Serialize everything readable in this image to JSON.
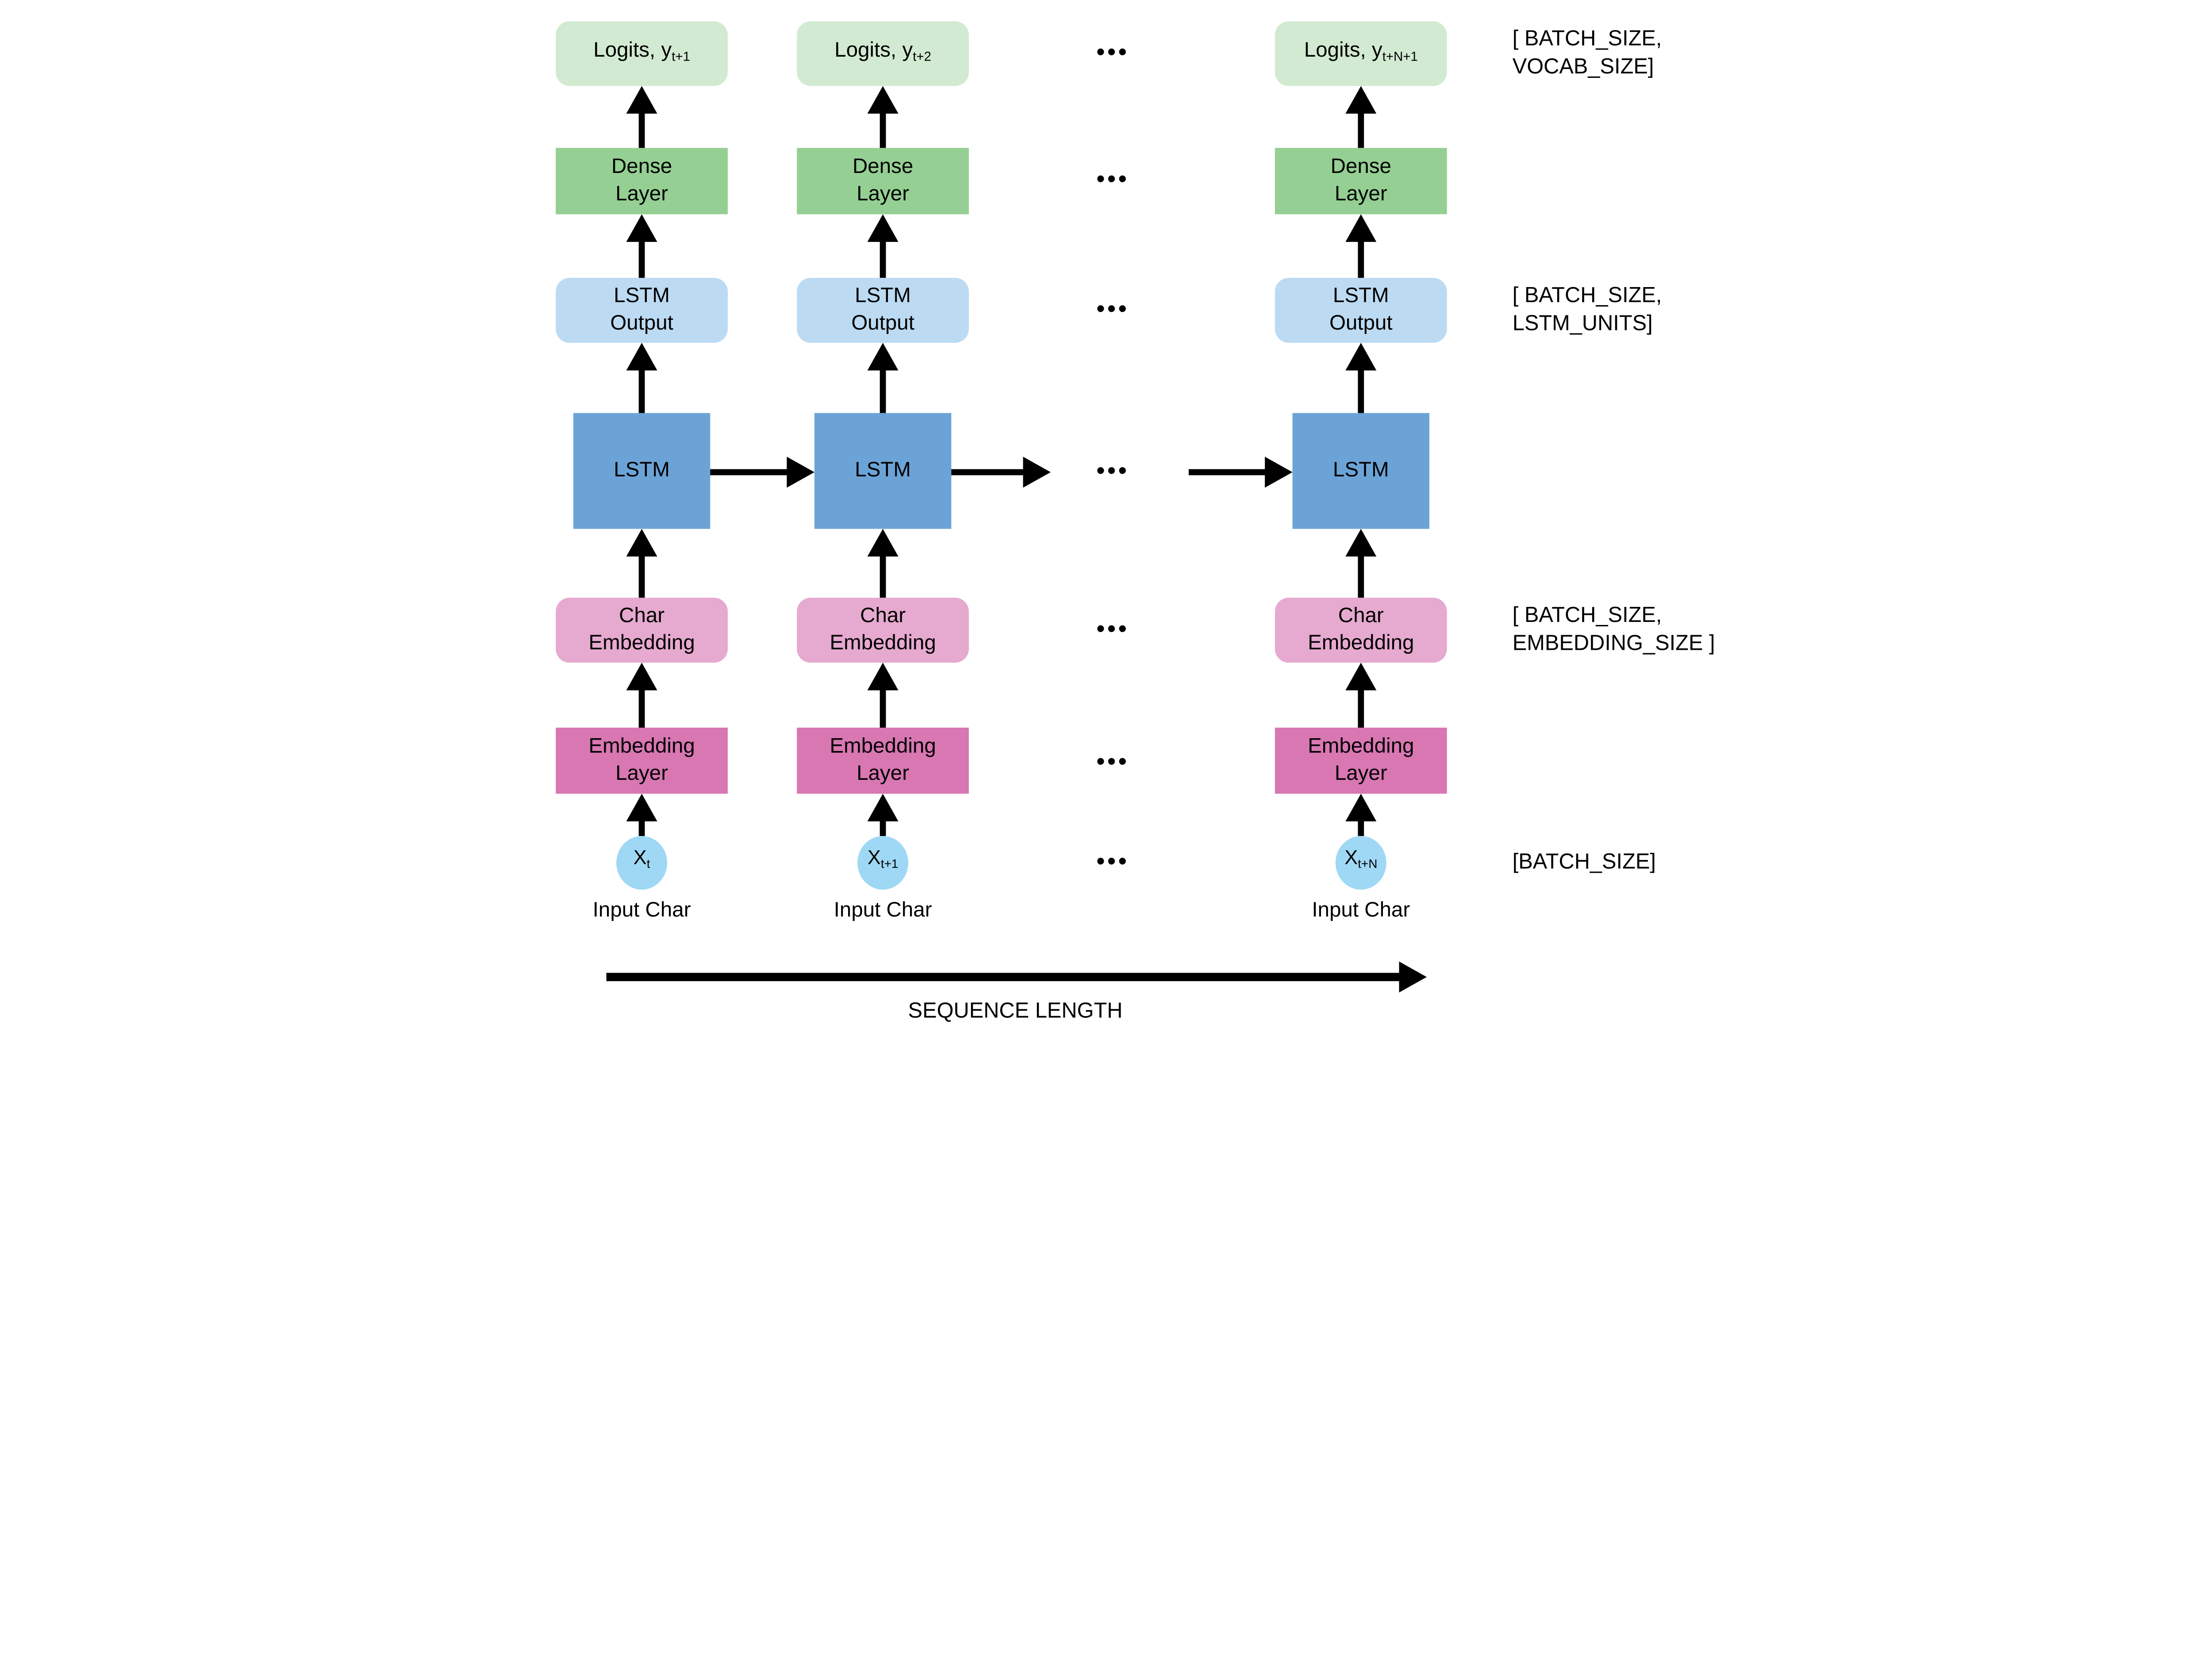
{
  "colors": {
    "logits": "#d2ead1",
    "dense": "#95cf93",
    "lstm_output": "#bcdaf2",
    "lstm": "#6ca3d7",
    "char_embedding": "#e6a9cf",
    "embedding_layer": "#d877b2",
    "input": "#9fd8f5",
    "arrow": "#000000"
  },
  "columns": [
    {
      "logits": {
        "base": "Logits, y",
        "sub": "t+1"
      },
      "input": {
        "base": "X",
        "sub": "t"
      }
    },
    {
      "logits": {
        "base": "Logits, y",
        "sub": "t+2"
      },
      "input": {
        "base": "X",
        "sub": "t+1"
      }
    },
    {
      "logits": {
        "base": "Logits, y",
        "sub": "t+N+1"
      },
      "input": {
        "base": "X",
        "sub": "t+N"
      }
    }
  ],
  "layers": {
    "dense": [
      "Dense",
      "Layer"
    ],
    "lstm_output": [
      "LSTM",
      "Output"
    ],
    "lstm": [
      "LSTM"
    ],
    "char_embedding": [
      "Char",
      "Embedding"
    ],
    "embedding_layer": [
      "Embedding",
      "Layer"
    ],
    "input_label": "Input Char"
  },
  "ellipsis": "•••",
  "shape_labels": {
    "logits": [
      "[ BATCH_SIZE,",
      "VOCAB_SIZE]"
    ],
    "lstm_output": [
      "[ BATCH_SIZE,",
      "LSTM_UNITS]"
    ],
    "char_embedding": [
      "[ BATCH_SIZE,",
      "EMBEDDING_SIZE ]"
    ],
    "input": [
      "[BATCH_SIZE]"
    ]
  },
  "axis_label": "SEQUENCE LENGTH"
}
